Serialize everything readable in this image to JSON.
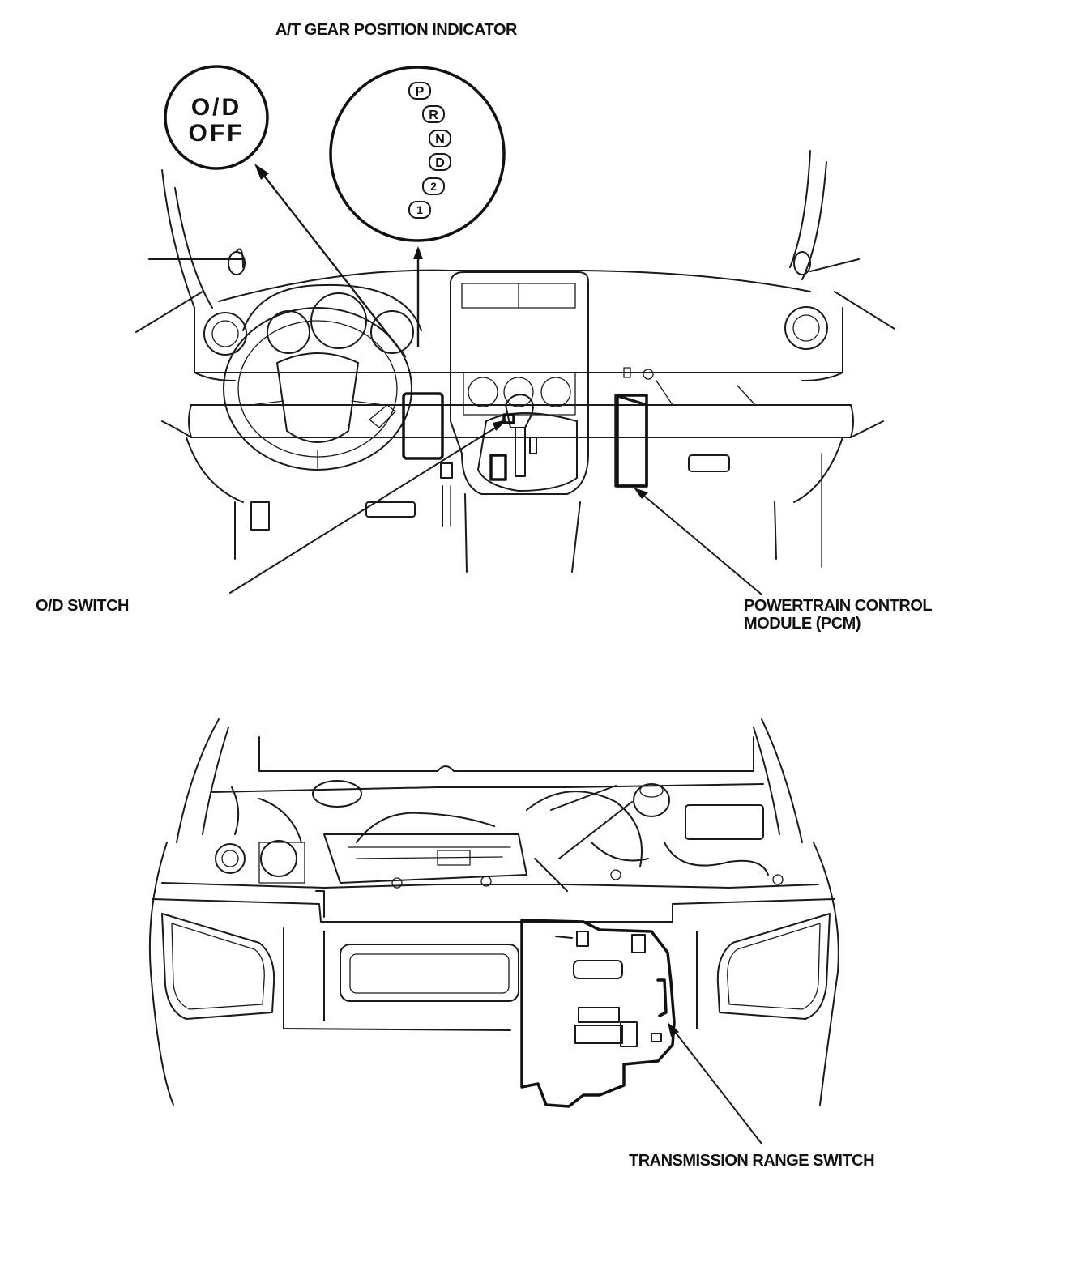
{
  "callouts": {
    "gear_indicator": "A/T GEAR POSITION INDICATOR",
    "od_switch": "O/D SWITCH",
    "pcm_line1": "POWERTRAIN CONTROL",
    "pcm_line2": "MODULE (PCM)",
    "trs": "TRANSMISSION RANGE SWITCH"
  },
  "od_indicator": {
    "line1": "O/D",
    "line2": "OFF"
  },
  "gear_positions": [
    "P",
    "R",
    "N",
    "D",
    "2",
    "1"
  ],
  "colors": {
    "line": "#1a1a1a",
    "background": "#ffffff"
  }
}
